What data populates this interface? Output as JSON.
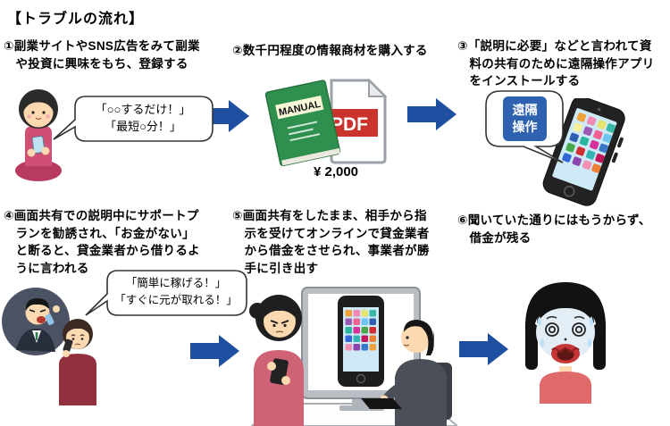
{
  "title": "【トラブルの流れ】",
  "steps": [
    {
      "text": "①副業サイトやSNS広告をみて副業\nや投資に興味をもち、登録する"
    },
    {
      "text": "②数千円程度の情報商材を購入する"
    },
    {
      "text": "③「説明に必要」などと言われて資\n料の共有のために遠隔操作アプリ\nをインストールする"
    },
    {
      "text": "④画面共有での説明中にサポートプ\nランを勧誘され、「お金がない」\nと断ると、貸金業者から借りるよ\nうに言われる"
    },
    {
      "text": "⑤画面共有をしたまま、相手から指\n示を受けてオンラインで貸金業者\nから借金をさせられ、事業者が勝\n手に引き出す"
    },
    {
      "text": "⑥聞いていた通りにはもうからず、\n借金が残る"
    }
  ],
  "bubbles": {
    "step1": "「○○するだけ！」\n「最短○分！」",
    "step4": "「簡単に稼げる！」\n「すぐに元が取れる！」",
    "remote_app": "遠隔\n操作"
  },
  "labels": {
    "manual": "MANUAL",
    "pdf": "PDF",
    "price": "¥ 2,000"
  },
  "illustrations": {
    "step1": "woman-kneeling-with-smartphone",
    "step2": "manual-book-and-pdf-file",
    "step3": "smartphone-with-remote-control-bubble",
    "step4": "scammer-on-phone-and-worried-woman",
    "step5": "screen-sharing-woman-monitor-operator",
    "step6": "shocked-woman-in-debt"
  },
  "colors": {
    "arrow_blue": "#1F4FA0",
    "remote_box_blue": "#2E62B0",
    "pdf_red": "#C9342C",
    "manual_green": "#2F8F4E"
  }
}
